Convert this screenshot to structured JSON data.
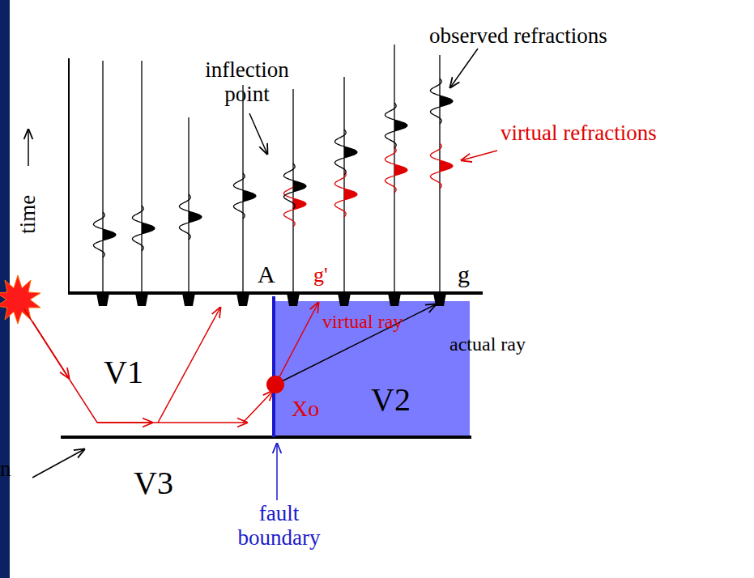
{
  "diagram": {
    "nodes": [
      {
        "text": [
          "V2"
        ]
      }
    ],
    "labels": [
      "observed refractions",
      "inflection point",
      "virtual refractions",
      "time",
      "A",
      "g'",
      "g",
      "V1",
      "virtual ray",
      "actual ray",
      "Xo",
      "V3",
      "fault boundary",
      "n"
    ]
  }
}
